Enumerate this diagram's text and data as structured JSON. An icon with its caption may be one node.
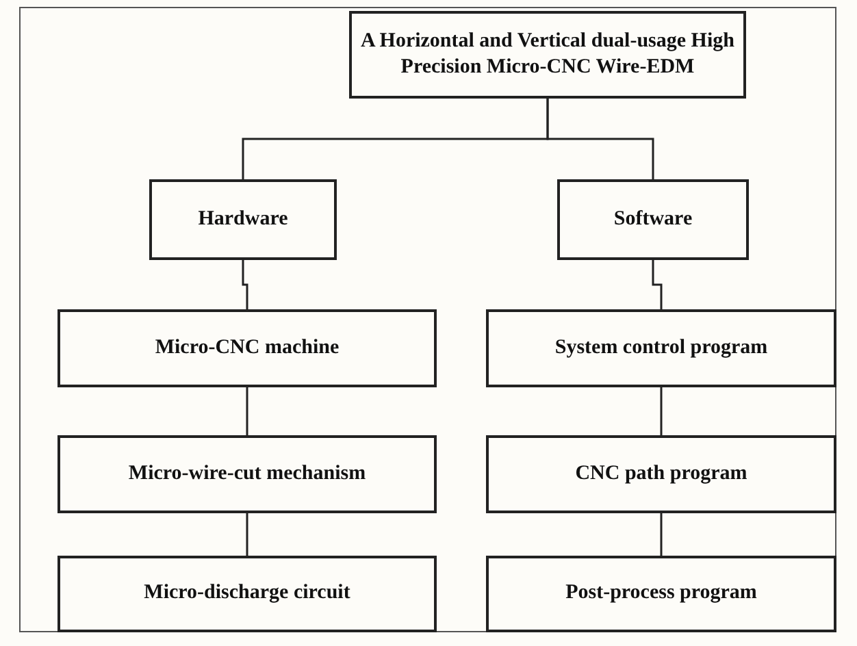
{
  "diagram": {
    "nodes": [
      {
        "text": [
          "A Horizontal and Vertical dual-usage High Precision Micro-CNC Wire-EDM"
        ]
      },
      {
        "text": [
          "Hardware"
        ]
      },
      {
        "text": [
          "Software"
        ]
      },
      {
        "text": [
          "Micro-CNC machine"
        ]
      },
      {
        "text": [
          "System control program"
        ]
      },
      {
        "text": [
          "Micro-wire-cut mechanism"
        ]
      },
      {
        "text": [
          "CNC path program"
        ]
      },
      {
        "text": [
          "Micro-discharge circuit"
        ]
      },
      {
        "text": [
          "Post-process program"
        ]
      }
    ],
    "edges": [
      {
        "from": 0,
        "to": 1,
        "arrow": "none"
      },
      {
        "from": 0,
        "to": 2,
        "arrow": "none"
      },
      {
        "from": 1,
        "to": 3,
        "arrow": "none"
      },
      {
        "from": 3,
        "to": 5,
        "arrow": "none"
      },
      {
        "from": 5,
        "to": 7,
        "arrow": "none"
      },
      {
        "from": 2,
        "to": 4,
        "arrow": "none"
      },
      {
        "from": 4,
        "to": 6,
        "arrow": "none"
      },
      {
        "from": 6,
        "to": 8,
        "arrow": "none"
      }
    ]
  }
}
